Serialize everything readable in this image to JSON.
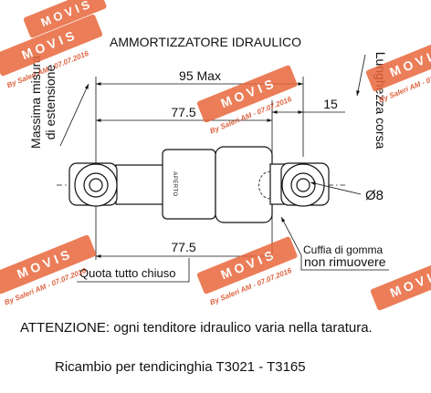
{
  "title": "AMMORTIZZATORE IDRAULICO",
  "left_label": {
    "line1": "Massima misura",
    "line2": "di estensione"
  },
  "right_label": "Lunghezza corsa",
  "dims": {
    "overall": "95 Max",
    "upper_center": "77.5",
    "stroke": "15",
    "lower_center": "77.5",
    "pin": "Ø8"
  },
  "body_text": "APERTO",
  "notes": {
    "closed": "Quota tutto chiuso",
    "boot_line1": "Cuffia di gomma",
    "boot_line2": "non rimuovere"
  },
  "warning": "ATTENZIONE: ogni tenditore idraulico varia nella taratura.",
  "spare": "Ricambio per tendicinghia T3021 - T3165",
  "watermark": {
    "brand": "M O V I S",
    "note": "By Saleri AM - 07.07.2016",
    "color": "#e8663a"
  }
}
